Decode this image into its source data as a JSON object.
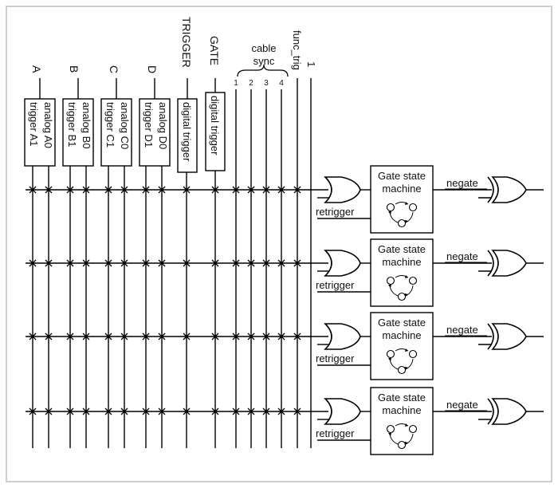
{
  "inputs": {
    "A": "A",
    "B": "B",
    "C": "C",
    "D": "D",
    "trigger": "TRIGGER",
    "gate": "GATE",
    "cable": "cable",
    "sync": "sync",
    "sync_pins": [
      "1",
      "2",
      "3",
      "4"
    ],
    "func_trig": "func_trig",
    "one": "1"
  },
  "analog_blocks": [
    {
      "line1": "analog  A0",
      "line2": "trigger  A1"
    },
    {
      "line1": "analog  B0",
      "line2": "trigger  B1"
    },
    {
      "line1": "analog  C0",
      "line2": "trigger  C1"
    },
    {
      "line1": "analog  D0",
      "line2": "trigger  D1"
    }
  ],
  "digital_blocks": [
    "digital trigger",
    "digital trigger"
  ],
  "rows": [
    {
      "gsm1": "Gate state",
      "gsm2": "machine",
      "retrigger": "retrigger",
      "negate": "negate"
    },
    {
      "gsm1": "Gate state",
      "gsm2": "machine",
      "retrigger": "retrigger",
      "negate": "negate"
    },
    {
      "gsm1": "Gate state",
      "gsm2": "machine",
      "retrigger": "retrigger",
      "negate": "negate"
    },
    {
      "gsm1": "Gate state",
      "gsm2": "machine",
      "retrigger": "retrigger",
      "negate": "negate"
    }
  ]
}
